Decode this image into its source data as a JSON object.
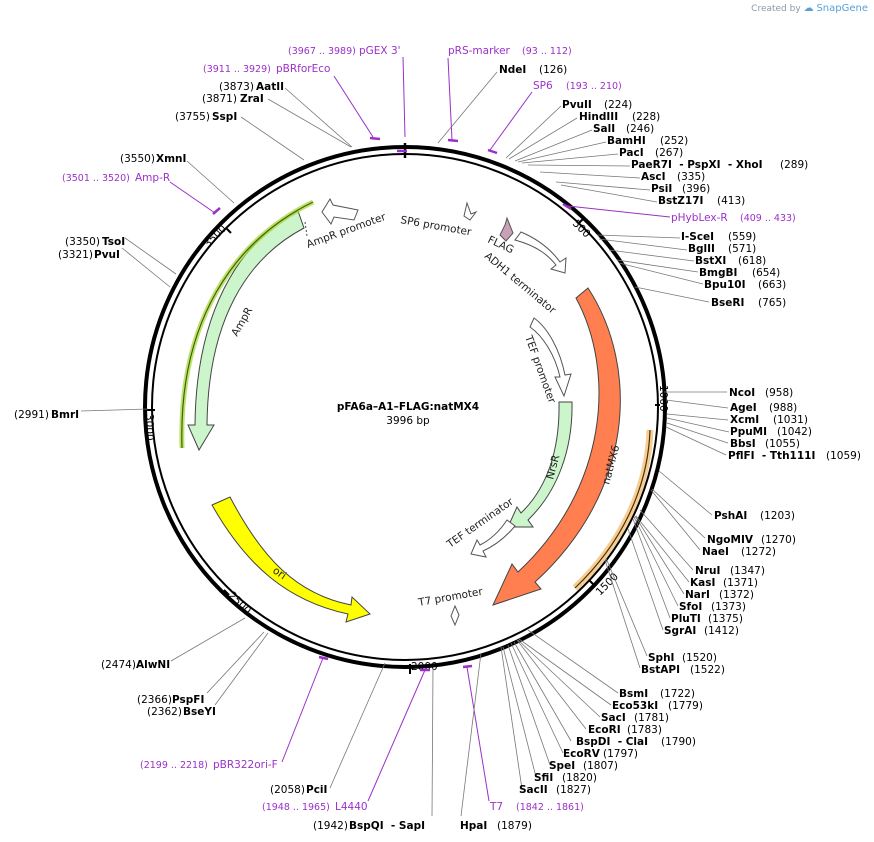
{
  "credit": {
    "prefix": "Created by",
    "brand": "SnapGene"
  },
  "plasmid": {
    "name": "pFA6a–A1–FLAG:natMX4",
    "length": "3996 bp"
  },
  "ticks": [
    "500",
    "1000",
    "1500",
    "2000",
    "2500",
    "3000",
    "3500"
  ],
  "features": [
    {
      "name": "AmpR promoter"
    },
    {
      "name": "SP6 promoter"
    },
    {
      "name": "FLAG"
    },
    {
      "name": "ADH1 terminator"
    },
    {
      "name": "TEF promoter"
    },
    {
      "name": "NrsR"
    },
    {
      "name": "natMX6"
    },
    {
      "name": "TEF terminator"
    },
    {
      "name": "T7 promoter"
    },
    {
      "name": "AmpR"
    },
    {
      "name": "ori"
    }
  ],
  "enzymes": [
    {
      "name": "NdeI",
      "pos": "(126)"
    },
    {
      "name": "PvuII",
      "pos": "(224)"
    },
    {
      "name": "HindIII",
      "pos": "(228)"
    },
    {
      "name": "SalI",
      "pos": "(246)"
    },
    {
      "name": "BamHI",
      "pos": "(252)"
    },
    {
      "name": "PacI",
      "pos": "(267)"
    },
    {
      "name": "PaeR7I  - PspXI  - XhoI",
      "pos": "(289)"
    },
    {
      "name": "AscI",
      "pos": "(335)"
    },
    {
      "name": "PsiI",
      "pos": "(396)"
    },
    {
      "name": "BstZ17I",
      "pos": "(413)"
    },
    {
      "name": "I-SceI",
      "pos": "(559)"
    },
    {
      "name": "BglII",
      "pos": "(571)"
    },
    {
      "name": "BstXI",
      "pos": "(618)"
    },
    {
      "name": "BmgBI",
      "pos": "(654)"
    },
    {
      "name": "Bpu10I",
      "pos": "(663)"
    },
    {
      "name": "BseRI",
      "pos": "(765)"
    },
    {
      "name": "NcoI",
      "pos": "(958)"
    },
    {
      "name": "AgeI",
      "pos": "(988)"
    },
    {
      "name": "XcmI",
      "pos": "(1031)"
    },
    {
      "name": "PpuMI",
      "pos": "(1042)"
    },
    {
      "name": "BbsI",
      "pos": "(1055)"
    },
    {
      "name": "PflFI  - Tth111I",
      "pos": "(1059)"
    },
    {
      "name": "PshAI",
      "pos": "(1203)"
    },
    {
      "name": "NgoMIV",
      "pos": "(1270)"
    },
    {
      "name": "NaeI",
      "pos": "(1272)"
    },
    {
      "name": "NruI",
      "pos": "(1347)"
    },
    {
      "name": "KasI",
      "pos": "(1371)"
    },
    {
      "name": "NarI",
      "pos": "(1372)"
    },
    {
      "name": "SfoI",
      "pos": "(1373)"
    },
    {
      "name": "PluTI",
      "pos": "(1375)"
    },
    {
      "name": "SgrAI",
      "pos": "(1412)"
    },
    {
      "name": "SphI",
      "pos": "(1520)"
    },
    {
      "name": "BstAPI",
      "pos": "(1522)"
    },
    {
      "name": "BsmI",
      "pos": "(1722)"
    },
    {
      "name": "Eco53kI",
      "pos": "(1779)"
    },
    {
      "name": "SacI",
      "pos": "(1781)"
    },
    {
      "name": "EcoRI",
      "pos": "(1783)"
    },
    {
      "name": "BspDI  - ClaI",
      "pos": "(1790)"
    },
    {
      "name": "EcoRV",
      "pos": "(1797)"
    },
    {
      "name": "SpeI",
      "pos": "(1807)"
    },
    {
      "name": "SfiI",
      "pos": "(1820)"
    },
    {
      "name": "SacII",
      "pos": "(1827)"
    },
    {
      "name": "HpaI",
      "pos": "(1879)"
    },
    {
      "name": "BspQI  - SapI",
      "pos": "(1942)"
    },
    {
      "name": "PciI",
      "pos": "(2058)"
    },
    {
      "name": "BseYI",
      "pos": "(2362)"
    },
    {
      "name": "PspFI",
      "pos": "(2366)"
    },
    {
      "name": "AlwNI",
      "pos": "(2474)"
    },
    {
      "name": "BmrI",
      "pos": "(2991)"
    },
    {
      "name": "PvuI",
      "pos": "(3321)"
    },
    {
      "name": "TsoI",
      "pos": "(3350)"
    },
    {
      "name": "XmnI",
      "pos": "(3550)"
    },
    {
      "name": "SspI",
      "pos": "(3755)"
    },
    {
      "name": "ZraI",
      "pos": "(3871)"
    },
    {
      "name": "AatII",
      "pos": "(3873)"
    }
  ],
  "primers": [
    {
      "name": "pGEX 3'",
      "range": "(3967 .. 3989)"
    },
    {
      "name": "pRS-marker",
      "range": "(93 .. 112)"
    },
    {
      "name": "pBRforEco",
      "range": "(3911 .. 3929)"
    },
    {
      "name": "SP6",
      "range": "(193 .. 210)"
    },
    {
      "name": "Amp-R",
      "range": "(3501 .. 3520)"
    },
    {
      "name": "pHybLex-R",
      "range": "(409 .. 433)"
    },
    {
      "name": "pBR322ori-F",
      "range": "(2199 .. 2218)"
    },
    {
      "name": "L4440",
      "range": "(1948 .. 1965)"
    },
    {
      "name": "T7",
      "range": "(1842 .. 1861)"
    }
  ],
  "colors": {
    "backbone": "#000000",
    "primer": "#9b30c8",
    "promoter": "#ffffff",
    "cds_green": "#ccf5cc",
    "natMX6": "#ff7f50",
    "ori": "#ffff00",
    "flag": "#c9a0b8",
    "cds_outline_dark": "#2e6b00",
    "natMX6_outline": "#f4c27a"
  }
}
